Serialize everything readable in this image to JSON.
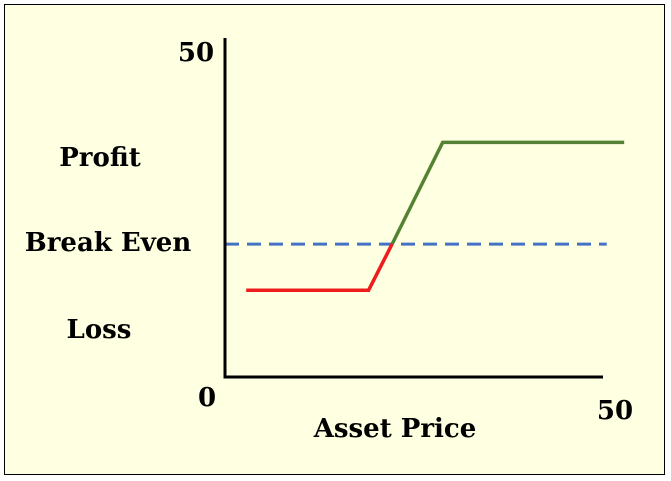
{
  "chart_data": {
    "type": "line",
    "title": "",
    "xlabel": "Asset Price",
    "ylabel": "",
    "xlim": [
      0,
      50
    ],
    "ylim": [
      0,
      50
    ],
    "x_tick_labels": [
      "0",
      "50"
    ],
    "y_tick_labels": [
      "50"
    ],
    "y_zone_labels": [
      {
        "label": "Profit",
        "y": 34.5
      },
      {
        "label": "Break Even",
        "y": 22.0
      },
      {
        "label": "Loss",
        "y": 7.0
      }
    ],
    "series": [
      {
        "segment": "loss",
        "color": "#ee1c1c",
        "x": [
          2.8,
          19.0,
          22.1
        ],
        "y": [
          12.8,
          12.8,
          19.6
        ]
      },
      {
        "segment": "profit",
        "color": "#548235",
        "x": [
          22.1,
          28.8,
          52.8
        ],
        "y": [
          19.6,
          34.6,
          34.6
        ]
      }
    ],
    "reference_lines": [
      {
        "kind": "break-even",
        "y": 19.6,
        "x": [
          0,
          50.5
        ],
        "style": "dashed",
        "color": "#4472c4"
      }
    ],
    "grid": false,
    "legend": "none"
  }
}
